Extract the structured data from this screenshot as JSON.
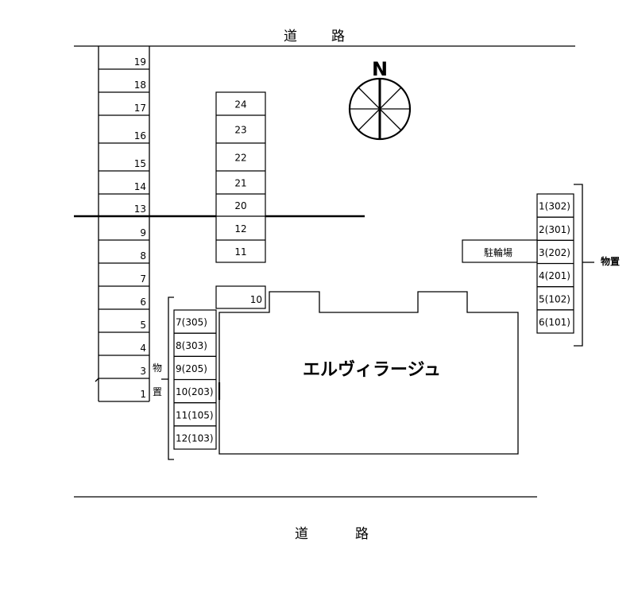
{
  "roads": {
    "top": {
      "char1": "道",
      "char2": "路"
    },
    "bottom": {
      "char1": "道",
      "char2": "路"
    }
  },
  "compass": {
    "label": "N"
  },
  "building_name": "エルヴィラージュ",
  "left_column_spaces": [
    "19",
    "18",
    "17",
    "16",
    "15",
    "14",
    "13",
    "9",
    "8",
    "7",
    "6",
    "5",
    "4",
    "3",
    "1"
  ],
  "middle_column_spaces": [
    "24",
    "23",
    "22",
    "21",
    "20",
    "12",
    "11"
  ],
  "space_10": "10",
  "storage_left": {
    "char1": "物",
    "char2": "置"
  },
  "storage_right": "物置",
  "bike_parking": "駐輪場",
  "left_storage_units": [
    "7(305)",
    "8(303)",
    "9(205)",
    "10(203)",
    "11(105)",
    "12(103)"
  ],
  "right_storage_units": [
    "1(302)",
    "2(301)",
    "3(202)",
    "4(201)",
    "5(102)",
    "6(101)"
  ]
}
